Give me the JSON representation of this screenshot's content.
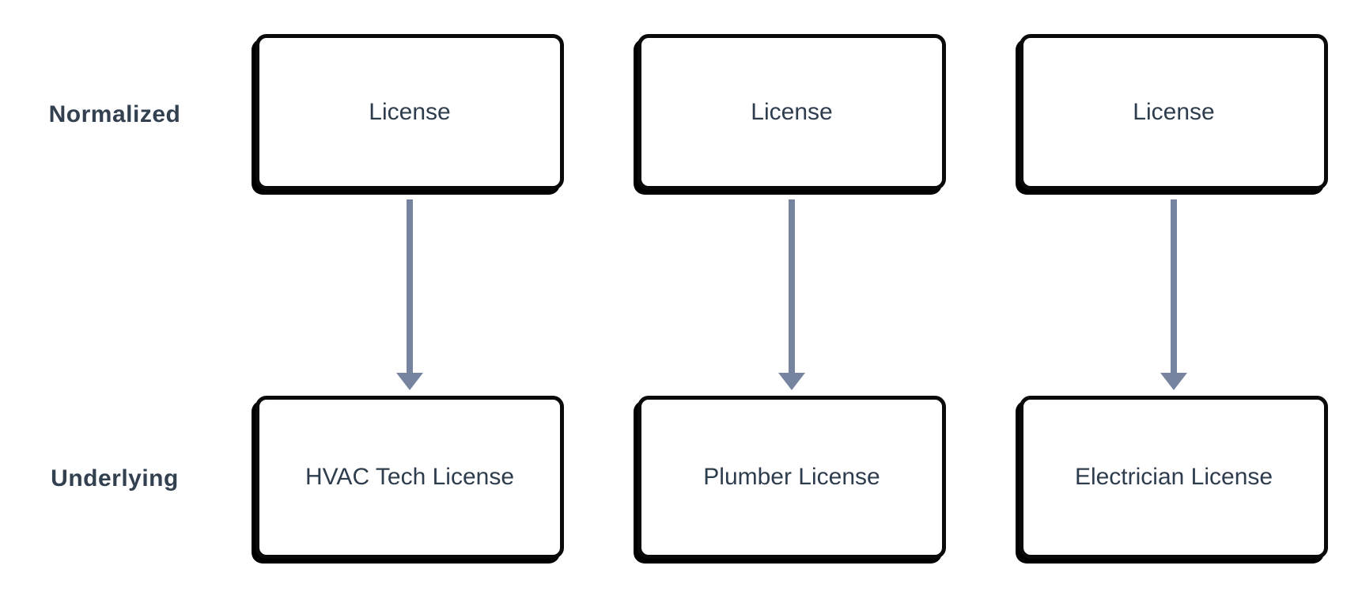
{
  "row_labels": {
    "top": "Normalized",
    "bottom": "Underlying"
  },
  "columns": [
    {
      "normalized_label": "License",
      "underlying_label": "HVAC Tech License"
    },
    {
      "normalized_label": "License",
      "underlying_label": "Plumber License"
    },
    {
      "normalized_label": "License",
      "underlying_label": "Electrician License"
    }
  ],
  "colors": {
    "page_bg": "#ffffff",
    "box_fill": "#ffffff",
    "box_border": "#0a0a0a",
    "box_shadow": "#000000",
    "box_text": "#2e3d4e",
    "row_label_text": "#33404f",
    "arrow": "#7684a0"
  }
}
